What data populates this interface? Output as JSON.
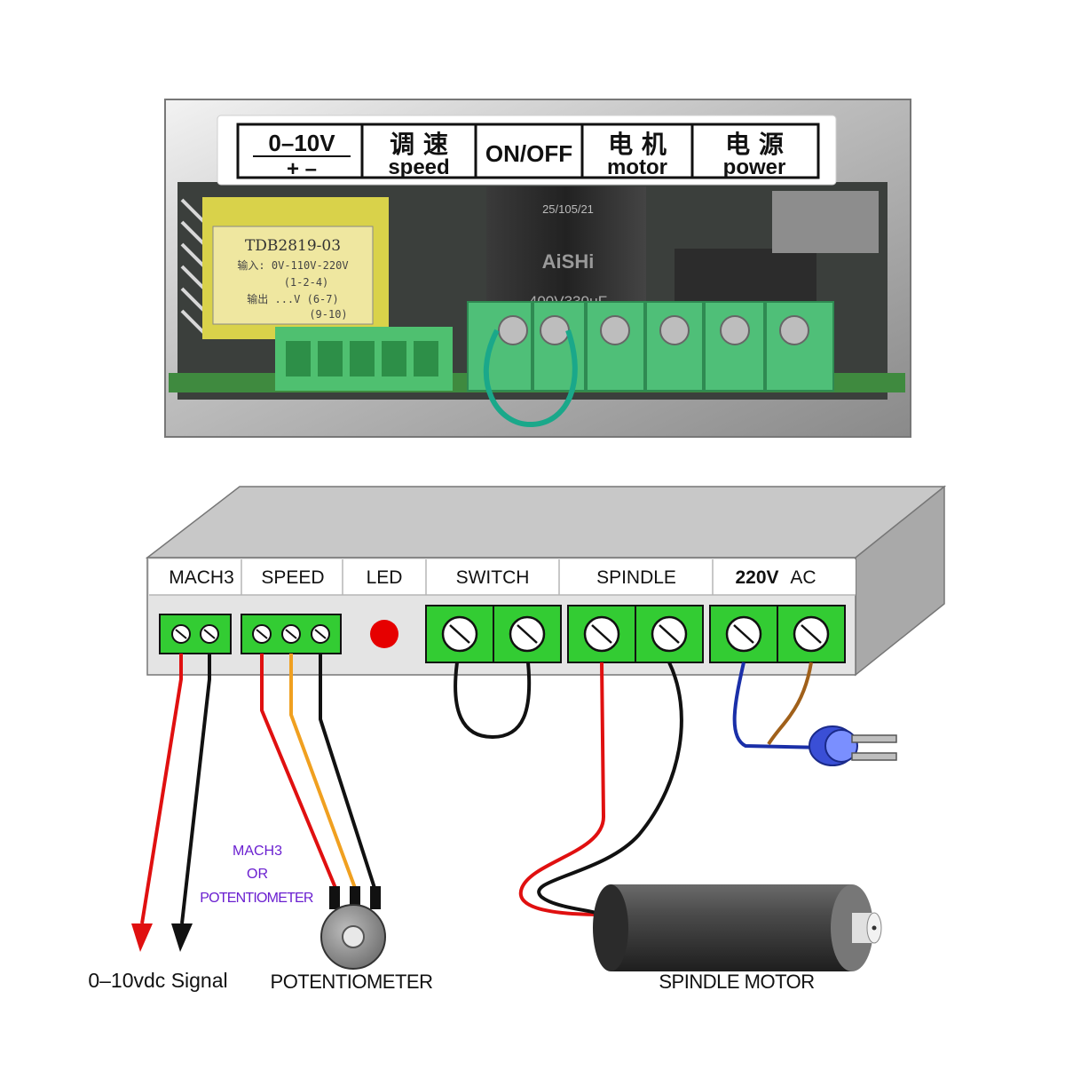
{
  "photo": {
    "label_cells": [
      {
        "top": "0–10V",
        "bottom": "+ –"
      },
      {
        "top": "调 速",
        "bottom": "speed"
      },
      {
        "top": "ON/OFF",
        "bottom": ""
      },
      {
        "top": "电 机",
        "bottom": "motor"
      },
      {
        "top": "电 源",
        "bottom": "power"
      }
    ],
    "transformer": {
      "model": "TDB2819-03",
      "line1": "输入: 0V-110V-220V",
      "line2": "(1-2-4)",
      "line3": "输出 ...V (6-7)",
      "line4": "(9-10)"
    },
    "capacitor": {
      "date": "25/105/21",
      "brand": "AiSHi",
      "rating": "400V330μF"
    }
  },
  "diagram": {
    "headers": {
      "mach3": "MACH3",
      "speed": "SPEED",
      "led": "LED",
      "switch": "SWITCH",
      "spindle": "SPINDLE",
      "ac_voltage": "220V",
      "ac_suffix": "AC"
    },
    "labels": {
      "signal": "0–10vdc Signal",
      "potentiometer": "POTENTIOMETER",
      "spindle_motor": "SPINDLE MOTOR",
      "note_line1": "MACH3",
      "note_line2": "OR",
      "note_line3": "POTENTIOMETER"
    }
  },
  "colors": {
    "terminal_green": "#33cc33",
    "box_face": "#e4e4e4",
    "box_top": "#c8c8c8",
    "box_side": "#a9a9a9",
    "led_red": "#e60000",
    "wire_red": "#e01010",
    "wire_orange": "#f0a020",
    "wire_black": "#111111",
    "wire_blue": "#1a2fa8",
    "wire_brown": "#a0601a",
    "note_purple": "#6a1fd0"
  }
}
